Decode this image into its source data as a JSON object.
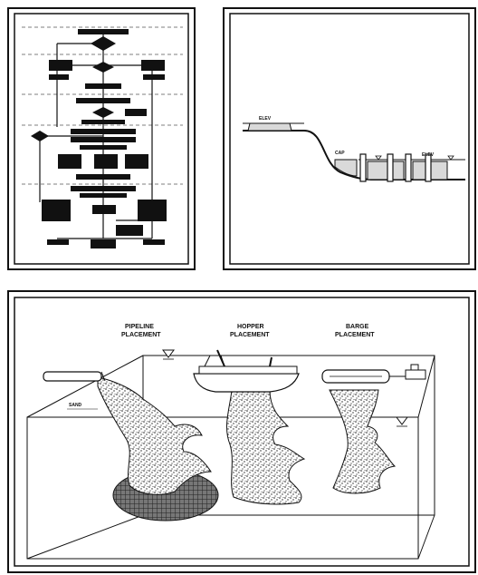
{
  "labels": {
    "pipeline_l1": "PIPELINE",
    "pipeline_l2": "PLACEMENT",
    "hopper_l1": "HOPPER",
    "hopper_l2": "PLACEMENT",
    "barge_l1": "BARGE",
    "barge_l2": "PLACEMENT",
    "sand_hint": "SAND",
    "profile_tag_left": "ELEV",
    "profile_tag_mid": "CAP",
    "profile_tag_right": "ELEV"
  },
  "colors": {
    "ink": "#111111",
    "paper": "#ffffff",
    "mud_fill": "#d9d9d9"
  },
  "icons": [
    "water-level-icon",
    "water-level-icon"
  ]
}
